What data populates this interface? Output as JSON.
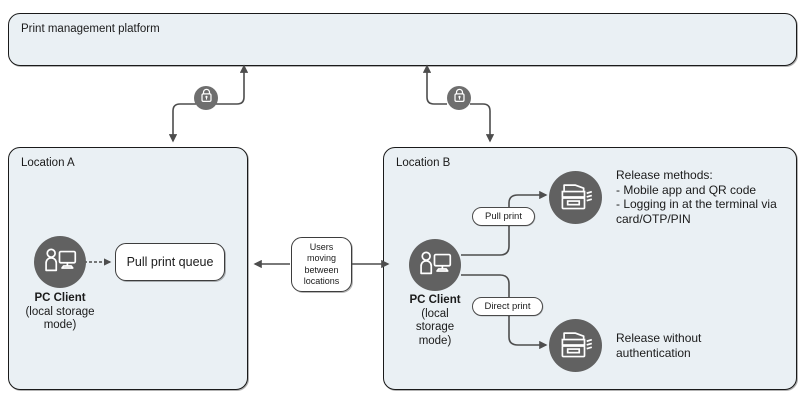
{
  "diagram": {
    "title_node": {
      "label": "Print management platform"
    },
    "locations": [
      {
        "id": "location-a",
        "label": "Location A",
        "client": {
          "icon": "pc-client-icon",
          "name": "PC Client",
          "sub": "(local storage\nmode)"
        },
        "nodes": [
          {
            "id": "pull-print-queue",
            "label": "Pull print queue"
          }
        ]
      },
      {
        "id": "location-b",
        "label": "Location B",
        "client": {
          "icon": "pc-client-icon",
          "name": "PC Client",
          "sub": "(local\nstorage\nmode)"
        },
        "edge_labels": [
          {
            "id": "pull-print",
            "label": "Pull print"
          },
          {
            "id": "direct-print",
            "label": "Direct print"
          }
        ],
        "printers": [
          {
            "id": "printer-secure",
            "icon": "printer-icon",
            "note": "Release methods:\n- Mobile app and QR code\n- Logging in at the terminal via\n   card/OTP/PIN"
          },
          {
            "id": "printer-direct",
            "icon": "printer-icon",
            "note": "Release without\nauthentication"
          }
        ]
      }
    ],
    "transit_node": {
      "id": "users-moving",
      "label": "Users\nmoving\nbetween\nlocations"
    },
    "secure_links": [
      {
        "id": "secure-link-a",
        "icon": "lock-icon"
      },
      {
        "id": "secure-link-b",
        "icon": "lock-icon"
      }
    ],
    "colors": {
      "container_fill": "#eaf0f4",
      "container_stroke": "#1a1a1a",
      "node_fill": "#ffffff",
      "node_stroke": "#3d3d3d",
      "icon_badge": "#616161",
      "lock_badge": "#6e6e6e",
      "edge_stroke": "#4d4d4d",
      "text": "#1b1b1b"
    }
  }
}
